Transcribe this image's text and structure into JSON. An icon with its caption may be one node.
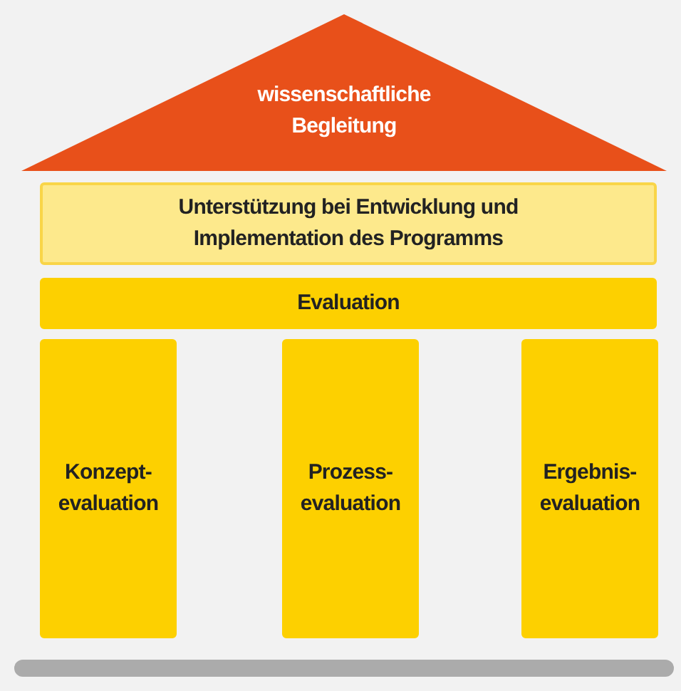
{
  "diagram": {
    "nodes": [
      {
        "text": [
          "wissenschaftliche Begleitung"
        ]
      },
      {
        "text": [
          "Unterstützung bei Entwicklung und Implementation des Programms"
        ]
      },
      {
        "text": [
          "Evaluation"
        ]
      },
      {
        "text": [
          "Konzept-evaluation"
        ]
      },
      {
        "text": [
          "Prozess-evaluation"
        ]
      },
      {
        "text": [
          "Ergebnis-evaluation"
        ]
      }
    ]
  }
}
